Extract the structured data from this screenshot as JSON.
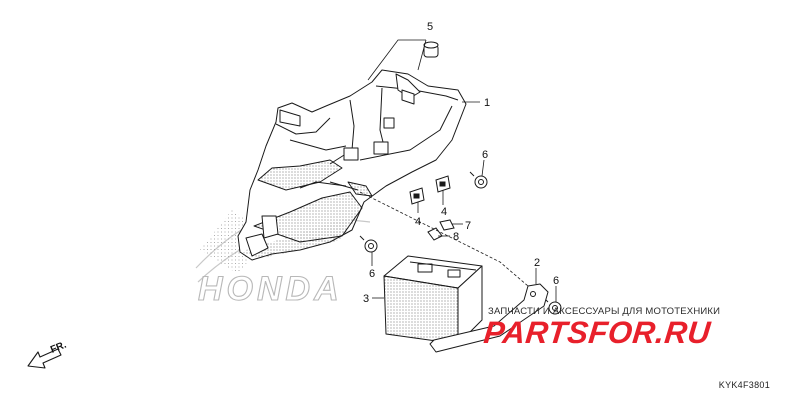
{
  "callouts": [
    {
      "id": "c5a",
      "label": "5"
    },
    {
      "id": "c1",
      "label": "1"
    },
    {
      "id": "c6a",
      "label": "6"
    },
    {
      "id": "c4a",
      "label": "4"
    },
    {
      "id": "c4b",
      "label": "4"
    },
    {
      "id": "c7",
      "label": "7"
    },
    {
      "id": "c8",
      "label": "8"
    },
    {
      "id": "c2",
      "label": "2"
    },
    {
      "id": "c6b",
      "label": "6"
    },
    {
      "id": "c6c",
      "label": "6"
    },
    {
      "id": "c3",
      "label": "3"
    }
  ],
  "direction_label": "FR.",
  "watermark_logo": "HONDA",
  "watermark": {
    "line1": "ЗАПЧАСТИ И АКСЕССУАРЫ ДЛЯ МОТОТЕХНИКИ",
    "line2": "PARTSFOR.RU"
  },
  "diagram_code": "KYK4F3801",
  "colors": {
    "line": "#1a1a1a",
    "watermark_red": "#e8202b"
  }
}
